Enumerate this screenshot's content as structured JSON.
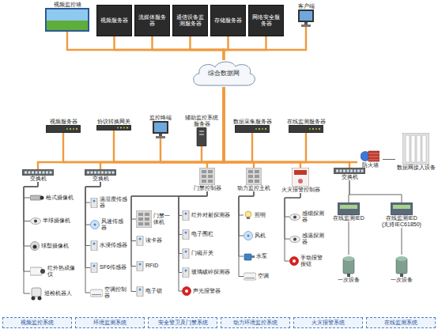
{
  "diagram": {
    "nodes": [
      {
        "text": [
          "视频监控墙"
        ]
      },
      {
        "text": [
          "视频服务器"
        ]
      },
      {
        "text": [
          "流媒体服务器"
        ]
      },
      {
        "text": [
          "通信设备监测服务器"
        ]
      },
      {
        "text": [
          "存储服务器"
        ]
      },
      {
        "text": [
          "网络安全服务器"
        ]
      },
      {
        "text": [
          "客户端"
        ]
      },
      {
        "text": [
          "综合数据网"
        ]
      },
      {
        "text": [
          "视频服务器"
        ]
      },
      {
        "text": [
          "协议转换网关"
        ]
      },
      {
        "text": [
          "监控终端"
        ]
      },
      {
        "text": [
          "辅助监控系统服务器"
        ]
      },
      {
        "text": [
          "数据采集服务器"
        ]
      },
      {
        "text": [
          "在线监测服务器"
        ]
      },
      {
        "text": [
          "防火墙"
        ]
      },
      {
        "text": [
          "数据网接入设备"
        ]
      },
      {
        "text": [
          "交换机"
        ]
      },
      {
        "text": [
          "枪式摄像机"
        ]
      },
      {
        "text": [
          "半球摄像机"
        ]
      },
      {
        "text": [
          "球型摄像机"
        ]
      },
      {
        "text": [
          "红外热成像仪"
        ]
      },
      {
        "text": [
          "巡检机器人"
        ]
      },
      {
        "text": [
          "交换机"
        ]
      },
      {
        "text": [
          "温湿度传感器"
        ]
      },
      {
        "text": [
          "风速传感器"
        ]
      },
      {
        "text": [
          "水浸传感器"
        ]
      },
      {
        "text": [
          "SF6传感器"
        ]
      },
      {
        "text": [
          "空调控制器"
        ]
      },
      {
        "text": [
          "门禁控制器"
        ]
      },
      {
        "text": [
          "门禁一体机"
        ]
      },
      {
        "text": [
          "读卡器"
        ]
      },
      {
        "text": [
          "RFID"
        ]
      },
      {
        "text": [
          "电子锁"
        ]
      },
      {
        "text": [
          "红外对射探测器"
        ]
      },
      {
        "text": [
          "电子围栏"
        ]
      },
      {
        "text": [
          "门磁开关"
        ]
      },
      {
        "text": [
          "玻璃破碎探测器"
        ]
      },
      {
        "text": [
          "声光报警器"
        ]
      },
      {
        "text": [
          "动力监控主机"
        ]
      },
      {
        "text": [
          "照明"
        ]
      },
      {
        "text": [
          "风机"
        ]
      },
      {
        "text": [
          "水泵"
        ]
      },
      {
        "text": [
          "空调"
        ]
      },
      {
        "text": [
          "火灾报警控制器"
        ]
      },
      {
        "text": [
          "感烟探测器"
        ]
      },
      {
        "text": [
          "感温探测器"
        ]
      },
      {
        "text": [
          "手动报警按钮"
        ]
      },
      {
        "text": [
          "交换机"
        ]
      },
      {
        "text": [
          "在线监测IED"
        ]
      },
      {
        "text": [
          "在线监测IED",
          "(支持IEC61850)"
        ]
      },
      {
        "text": [
          "一次设备"
        ]
      },
      {
        "text": [
          "一次设备"
        ]
      },
      {
        "text": [
          "视频监控系统"
        ]
      },
      {
        "text": [
          "环境监测系统"
        ]
      },
      {
        "text": [
          "安全警卫及门禁系统"
        ]
      },
      {
        "text": [
          "动力环境监控系统"
        ]
      },
      {
        "text": [
          "火灾报警系统"
        ]
      },
      {
        "text": [
          "在线监测系统"
        ]
      }
    ],
    "edges": [
      {
        "from": 0,
        "to": 7,
        "arrow": "none"
      },
      {
        "from": 1,
        "to": 7,
        "arrow": "none"
      },
      {
        "from": 2,
        "to": 7,
        "arrow": "none"
      },
      {
        "from": 3,
        "to": 7,
        "arrow": "none"
      },
      {
        "from": 4,
        "to": 7,
        "arrow": "none"
      },
      {
        "from": 5,
        "to": 7,
        "arrow": "none"
      },
      {
        "from": 6,
        "to": 7,
        "arrow": "none"
      },
      {
        "from": 7,
        "to": 8,
        "arrow": "none"
      },
      {
        "from": 7,
        "to": 9,
        "arrow": "none"
      },
      {
        "from": 7,
        "to": 10,
        "arrow": "none"
      },
      {
        "from": 7,
        "to": 11,
        "arrow": "none"
      },
      {
        "from": 7,
        "to": 12,
        "arrow": "none"
      },
      {
        "from": 7,
        "to": 13,
        "arrow": "none"
      },
      {
        "from": 7,
        "to": 14,
        "arrow": "none"
      },
      {
        "from": 14,
        "to": 15,
        "arrow": "none"
      },
      {
        "from": 7,
        "to": 16,
        "arrow": "none"
      },
      {
        "from": 7,
        "to": 22,
        "arrow": "none"
      },
      {
        "from": 7,
        "to": 28,
        "arrow": "none"
      },
      {
        "from": 7,
        "to": 38,
        "arrow": "none"
      },
      {
        "from": 7,
        "to": 43,
        "arrow": "none"
      },
      {
        "from": 7,
        "to": 47,
        "arrow": "none"
      },
      {
        "from": 16,
        "to": 17,
        "arrow": "none"
      },
      {
        "from": 16,
        "to": 18,
        "arrow": "none"
      },
      {
        "from": 16,
        "to": 19,
        "arrow": "none"
      },
      {
        "from": 16,
        "to": 20,
        "arrow": "none"
      },
      {
        "from": 16,
        "to": 21,
        "arrow": "none"
      },
      {
        "from": 22,
        "to": 23,
        "arrow": "none"
      },
      {
        "from": 22,
        "to": 24,
        "arrow": "none"
      },
      {
        "from": 22,
        "to": 25,
        "arrow": "none"
      },
      {
        "from": 22,
        "to": 26,
        "arrow": "none"
      },
      {
        "from": 22,
        "to": 27,
        "arrow": "none"
      },
      {
        "from": 28,
        "to": 29,
        "arrow": "none"
      },
      {
        "from": 28,
        "to": 30,
        "arrow": "none"
      },
      {
        "from": 28,
        "to": 31,
        "arrow": "none"
      },
      {
        "from": 28,
        "to": 32,
        "arrow": "none"
      },
      {
        "from": 28,
        "to": 33,
        "arrow": "none"
      },
      {
        "from": 28,
        "to": 34,
        "arrow": "none"
      },
      {
        "from": 28,
        "to": 35,
        "arrow": "none"
      },
      {
        "from": 28,
        "to": 36,
        "arrow": "none"
      },
      {
        "from": 28,
        "to": 37,
        "arrow": "none"
      },
      {
        "from": 38,
        "to": 39,
        "arrow": "none"
      },
      {
        "from": 38,
        "to": 40,
        "arrow": "none"
      },
      {
        "from": 38,
        "to": 41,
        "arrow": "none"
      },
      {
        "from": 38,
        "to": 42,
        "arrow": "none"
      },
      {
        "from": 43,
        "to": 44,
        "arrow": "none"
      },
      {
        "from": 43,
        "to": 45,
        "arrow": "none"
      },
      {
        "from": 43,
        "to": 46,
        "arrow": "none"
      },
      {
        "from": 47,
        "to": 48,
        "arrow": "none"
      },
      {
        "from": 47,
        "to": 49,
        "arrow": "none"
      },
      {
        "from": 48,
        "to": 50,
        "arrow": "none"
      },
      {
        "from": 49,
        "to": 51,
        "arrow": "none"
      }
    ]
  }
}
